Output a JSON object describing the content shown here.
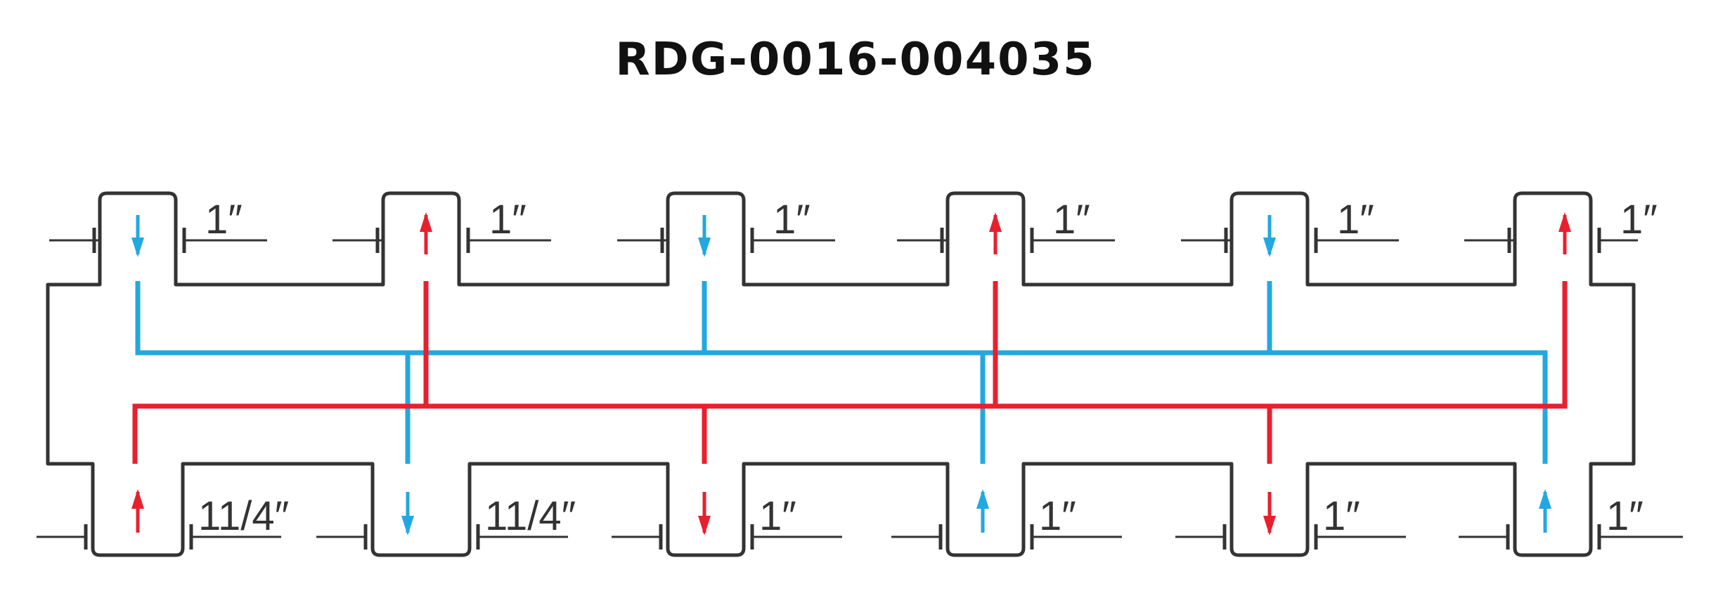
{
  "title": "RDG-0016-004035",
  "colors": {
    "supply": "#22a8e0",
    "return": "#e8202e",
    "outline": "#333333"
  },
  "top_ports": [
    {
      "size": "1″",
      "flow": "blue-down"
    },
    {
      "size": "1″",
      "flow": "red-up"
    },
    {
      "size": "1″",
      "flow": "blue-down"
    },
    {
      "size": "1″",
      "flow": "red-up"
    },
    {
      "size": "1″",
      "flow": "blue-down"
    },
    {
      "size": "1″",
      "flow": "red-up"
    }
  ],
  "bottom_ports": [
    {
      "size": "11/4″",
      "flow": "red-up"
    },
    {
      "size": "11/4″",
      "flow": "blue-down"
    },
    {
      "size": "1″",
      "flow": "red-down"
    },
    {
      "size": "1″",
      "flow": "blue-up"
    },
    {
      "size": "1″",
      "flow": "red-down"
    },
    {
      "size": "1″",
      "flow": "blue-up"
    }
  ]
}
